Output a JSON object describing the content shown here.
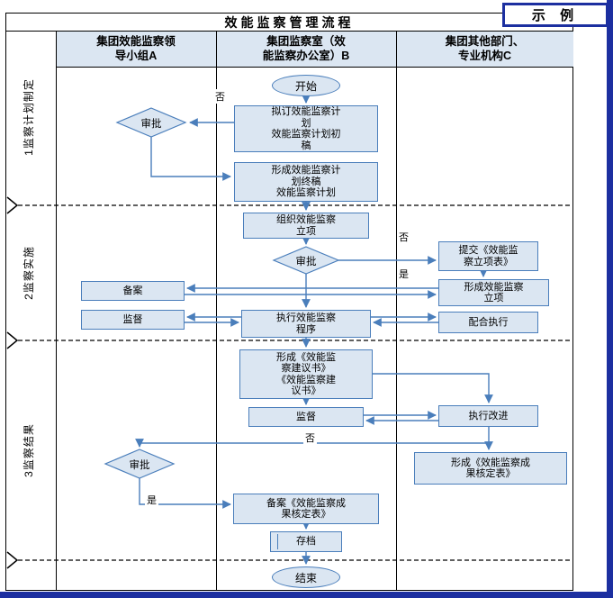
{
  "frame": {
    "title": "效能监察管理流程",
    "stamp": "示 例"
  },
  "columns": [
    {
      "label": "集团效能监察领\n导小组A"
    },
    {
      "label": "集团监察室（效\n能监察办公室）B"
    },
    {
      "label": "集团其他部门、\n专业机构C"
    }
  ],
  "phases": [
    {
      "label": "1监察计划制定"
    },
    {
      "label": "2监察实施"
    },
    {
      "label": "3监察结果"
    }
  ],
  "nodes": {
    "start": "开始",
    "draft_plan": "拟订效能监察计\n划\n效能监察计划初\n稿",
    "approve1": "审批",
    "final_plan": "形成效能监察计\n划终稿\n效能监察计划",
    "setup_project": "组织效能监察\n立项",
    "approve2": "审批",
    "submit_form": "提交《效能监\n察立项表》",
    "record1": "备案",
    "form_project": "形成效能监察\n立项",
    "supervise1": "监督",
    "exec_procedure": "执行效能监察\n程序",
    "cooperate": "配合执行",
    "proposal": "形成《效能监\n察建议书》\n《效能监察建\n议书》",
    "supervise2": "监督",
    "improve": "执行改进",
    "approve3": "审批",
    "result_form": "形成《效能监察成\n果核定表》",
    "record_result": "备案《效能监察成\n果核定表》",
    "archive": "存档",
    "end": "结束"
  },
  "edge_labels": {
    "no1": "否",
    "no2": "否",
    "yes2": "是",
    "no3": "否",
    "yes3": "是"
  },
  "colors": {
    "node_fill": "#dbe6f2",
    "node_border": "#4a7ebb",
    "arrow": "#4a7ebb",
    "frame_blue": "#1c2fa0"
  }
}
